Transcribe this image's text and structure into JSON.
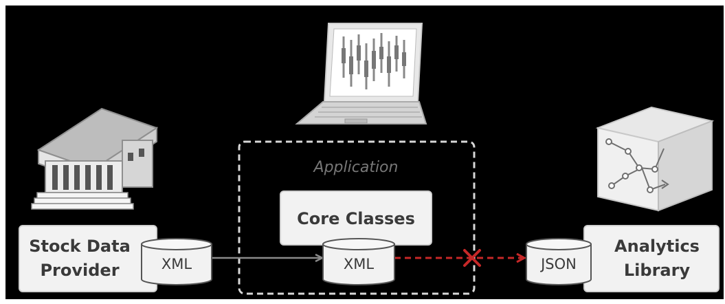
{
  "diagram": {
    "application_label": "Application",
    "core_classes_label": "Core Classes",
    "stock_provider": {
      "line1": "Stock Data",
      "line2": "Provider",
      "format": "XML"
    },
    "app_format": "XML",
    "analytics_library": {
      "line1": "Analytics",
      "line2": "Library",
      "format": "JSON"
    },
    "colors": {
      "background": "#000000",
      "box_fill": "#f2f2f2",
      "text": "#3a3a3a",
      "ok_arrow": "#8a8a8a",
      "broken_arrow": "#c62828",
      "dashed_border": "#d8d8d8"
    },
    "icons": [
      "stock-exchange-building-icon",
      "laptop-chart-icon",
      "analytics-box-icon",
      "database-cylinder-icon",
      "cross-mark-icon"
    ]
  }
}
